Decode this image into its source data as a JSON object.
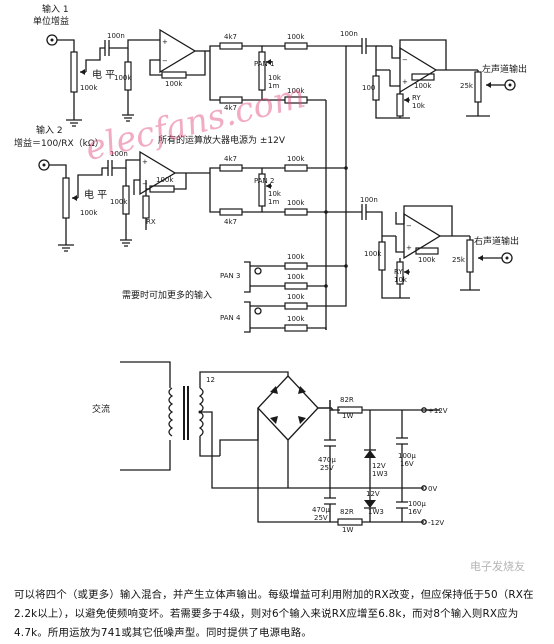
{
  "watermark": "elecfans.com",
  "watermark_corner": "电子发烧友",
  "labels": {
    "input1": "输入 1",
    "input1_gain": "单位增益",
    "input2": "输入 2",
    "input2_gain": "增益＝100/RX（kΩ）",
    "level1": "电  平",
    "level2": "电  平",
    "opamp_power": "所有的运算放大器电源为 ±12V",
    "left_out": "左声道输出",
    "right_out": "右声道输出",
    "more_inputs": "需要时可加更多的输入",
    "ac": "交流",
    "pan1": "PAN 1",
    "pan2": "PAN 2",
    "pan3": "PAN 3",
    "pan4": "PAN 4"
  },
  "components": {
    "c100n": "100n",
    "r100k": "100k",
    "r4k7": "4k7",
    "r10k": "10k",
    "r100": "100",
    "r1m": "1m",
    "rx": "RX",
    "pot25k": "25k",
    "ry": "RY",
    "ry2": "RY",
    "r100r": "100",
    "trans12": "12",
    "r82a": "82R",
    "r82a_w": "1W",
    "r82b": "82R",
    "r82b_w": "1W",
    "c470a": "470μ",
    "c470a_v": "25V",
    "c470b": "470μ",
    "c470b_v": "25V",
    "c100a": "100μ",
    "c100a_v": "16V",
    "c100b": "100μ",
    "c100b_v": "16V",
    "z12a": "12V",
    "z12a_w": "1W3",
    "z12b": "12V",
    "z12b_w": "1W3",
    "vplus": "+12V",
    "v0": "0V",
    "vminus": "-12V"
  },
  "caption": "可以将四个（或更多）输入混合，并产生立体声输出。每级增益可利用附加的RX改变，但应保持低于50（RX在2.2k以上），以避免使频响变坏。若需要多于4级，则对6个输入来说RX应增至6.8k，而对8个输入则RX应为4.7k。所用运放为741或其它低噪声型。同时提供了电源电路。"
}
